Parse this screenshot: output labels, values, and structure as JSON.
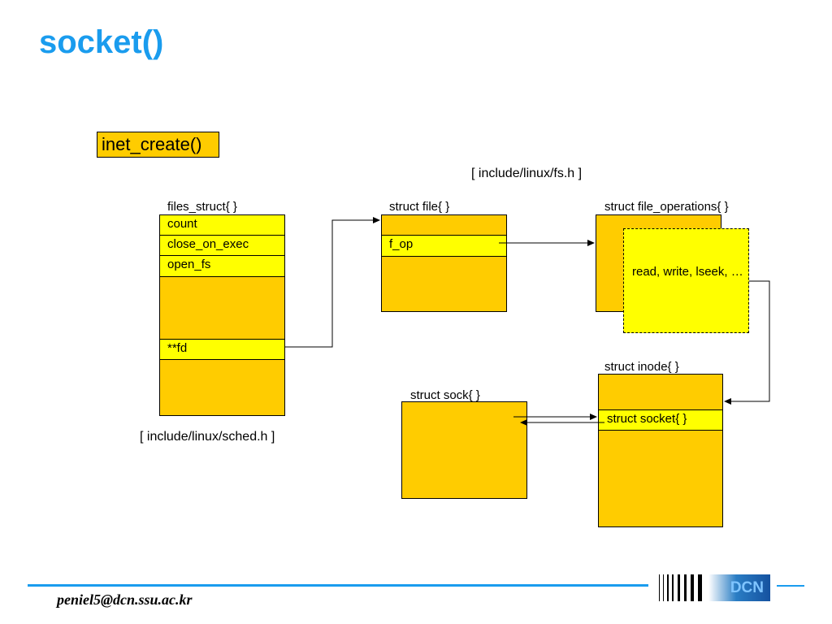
{
  "slide": {
    "title": "socket()",
    "badge": "inet_create()",
    "footer_email": "peniel5@dcn.ssu.ac.kr",
    "footer_logo": "DCN"
  },
  "labels": {
    "fs_header": "[ include/linux/fs.h ]",
    "sched_header": "[ include/linux/sched.h ]",
    "files_struct": "files_struct{ }",
    "struct_file": "struct file{ }",
    "struct_file_operations": "struct file_operations{ }",
    "struct_inode": "struct inode{ }",
    "struct_sock": "struct sock{ }"
  },
  "files_struct_fields": [
    "count",
    "close_on_exec",
    "open_fs",
    "**fd"
  ],
  "file_fields": [
    "f_op"
  ],
  "file_operations_text": "read, write, lseek, …",
  "inode_fields": [
    "struct socket{ }"
  ],
  "colors": {
    "title_blue": "#1a9cee",
    "struct_fill": "#ffcc00",
    "field_fill": "#ffff00"
  }
}
